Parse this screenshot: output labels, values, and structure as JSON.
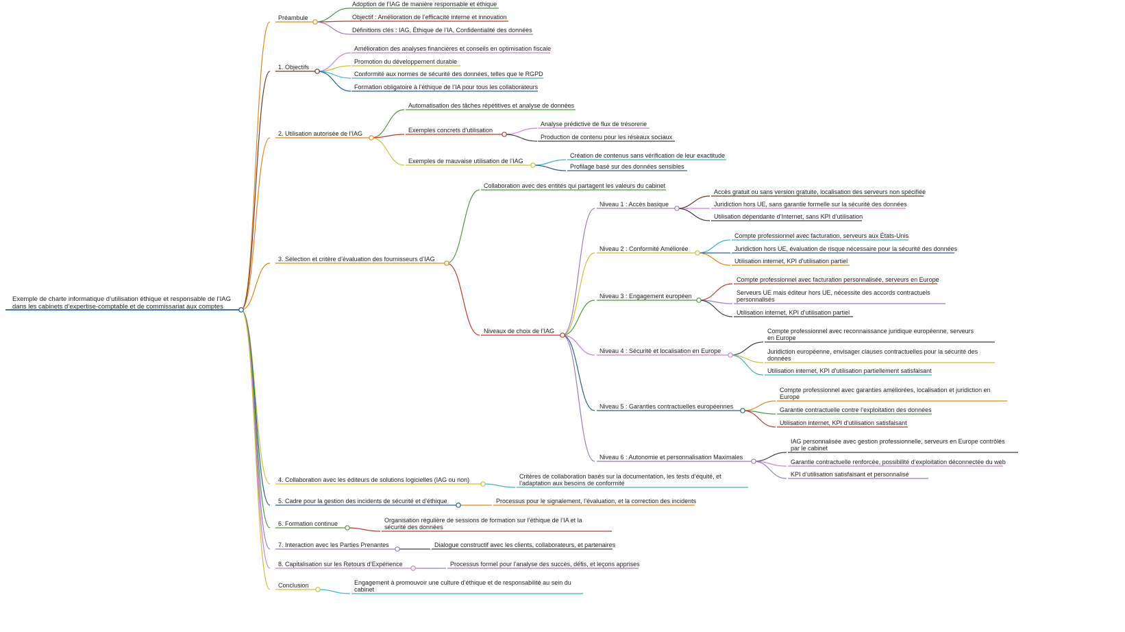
{
  "colors": {
    "blue": "#1f5fa8",
    "orange": "#e0841f",
    "brown": "#6b3a2a",
    "green": "#4a9a3c",
    "red": "#c0392b",
    "purple": "#9b7bc2",
    "olive": "#c7c13a",
    "cyan": "#3bb3c8",
    "pink": "#d77bd6",
    "navy": "#2f5c8f",
    "dark": "#3d3d3d"
  },
  "root": "Exemple de charte informatique d’utilisation éthique et responsable de l’IAG dans les cabinets d’expertise-comptable et de commissariat aux comptes",
  "branches": {
    "preambule": {
      "label": "Préambule",
      "items": [
        "Adoption de l’IAG de manière responsable et éthique",
        "Objectif : Amélioration de l’efficacité interne et innovation",
        "Définitions clés : IAG, Éthique de l’IA, Confidentialité des données"
      ]
    },
    "objectifs": {
      "label": "1. Objectifs",
      "items": [
        "Amélioration des analyses financières et conseils en optimisation fiscale",
        "Promotion du développement durable",
        "Conformité aux normes de sécurité des données, telles que le RGPD",
        "Formation obligatoire à l’éthique de l’IA pour tous les collaborateurs"
      ]
    },
    "utilisation": {
      "label": "2. Utilisation autorisée de l’IAG",
      "automatisation": "Automatisation des tâches répétitives et analyse de données",
      "concrets": {
        "label": "Exemples concrets d’utilisation",
        "items": [
          "Analyse prédictive de flux de trésorerie",
          "Production de contenu pour les réseaux sociaux"
        ]
      },
      "mauvaise": {
        "label": "Exemples de mauvaise utilisation de l’IAG",
        "items": [
          "Création de contenus sans vérification de leur exactitude",
          "Profilage basé sur des données sensibles"
        ]
      }
    },
    "selection": {
      "label": "3. Sélection et critère d’évaluation des fournisseurs d’IAG",
      "collaboration": "Collaboration avec des entités qui partagent les valeurs du cabinet",
      "niveaux": {
        "label": "Niveaux de choix de l’IAG",
        "n1": {
          "label": "Niveau 1 : Accès basique",
          "items": [
            "Accès gratuit ou sans version gratuite, localisation des serveurs non spécifiée",
            "Juridiction hors UE, sans garantie formelle sur la sécurité des données",
            "Utilisation dépendante d’Internet, sans KPI d’utilisation"
          ]
        },
        "n2": {
          "label": "Niveau 2 : Conformité Améliorée",
          "items": [
            "Compte professionnel avec facturation, serveurs aux États-Unis",
            "Juridiction hors UE, évaluation de risque nécessaire pour la sécurité des données",
            "Utilisation internet, KPI d’utilisation partiel"
          ]
        },
        "n3": {
          "label": "Niveau 3 : Engagement européen",
          "items": [
            "Compte professionnel avec facturation personnalisée, serveurs en Europe",
            "Serveurs UE mais éditeur hors UE, nécessite des accords contractuels personnalisés",
            "Utilisation internet, KPI d’utilisation partiel"
          ]
        },
        "n4": {
          "label": "Niveau 4 : Sécurité et localisation en Europe",
          "items": [
            "Compte professionnel avec reconnaissance juridique européenne, serveurs en Europe",
            "Juridiction européenne, envisager clauses contractuelles pour la sécurité des données",
            "Utilisation internet, KPI d’utilisation partiellement satisfaisant"
          ]
        },
        "n5": {
          "label": "Niveau 5 : Garanties contractuelles européennes",
          "items": [
            "Compte professionnel avec garanties améliorées, localisation et juridiction en Europe",
            "Garantie contractuelle contre l’exploitation des données",
            "Utilisation internet, KPI d’utilisation satisfaisant"
          ]
        },
        "n6": {
          "label": "Niveau 6 : Autonomie et personnalisation Maximales",
          "items": [
            "IAG personnalisée avec gestion professionnelle, serveurs en Europe contrôlés par le cabinet",
            "Garantie contractuelle renforcée, possibilité d’exploitation déconnectée du web",
            "KPI d’utilisation satisfaisant et personnalisé"
          ]
        }
      }
    },
    "b4": {
      "label": "4. Collaboration avec les éditeurs de solutions logicielles (IAG ou non)",
      "item": "Critères de collaboration basés sur la documentation, les tests d’équité, et l’adaptation aux besoins de conformité"
    },
    "b5": {
      "label": "5. Cadre pour la gestion des incidents de sécurité et d’éthique",
      "item": "Processus pour le signalement, l’évaluation, et la correction des incidents"
    },
    "b6": {
      "label": "6. Formation continue",
      "item": "Organisation régulière de sessions de formation sur l’éthique de l’IA et la sécurité des données"
    },
    "b7": {
      "label": "7. Interaction avec les Parties Prenantes",
      "item": "Dialogue constructif avec les clients, collaborateurs, et partenaires"
    },
    "b8": {
      "label": "8. Capitalisation sur les Retours d’Expérience",
      "item": "Processus formel pour l’analyse des succès, défis, et leçons apprises"
    },
    "conclusion": {
      "label": "Conclusion",
      "item": "Engagement à promouvoir une culture d’éthique et de responsabilité au sein du cabinet"
    }
  }
}
